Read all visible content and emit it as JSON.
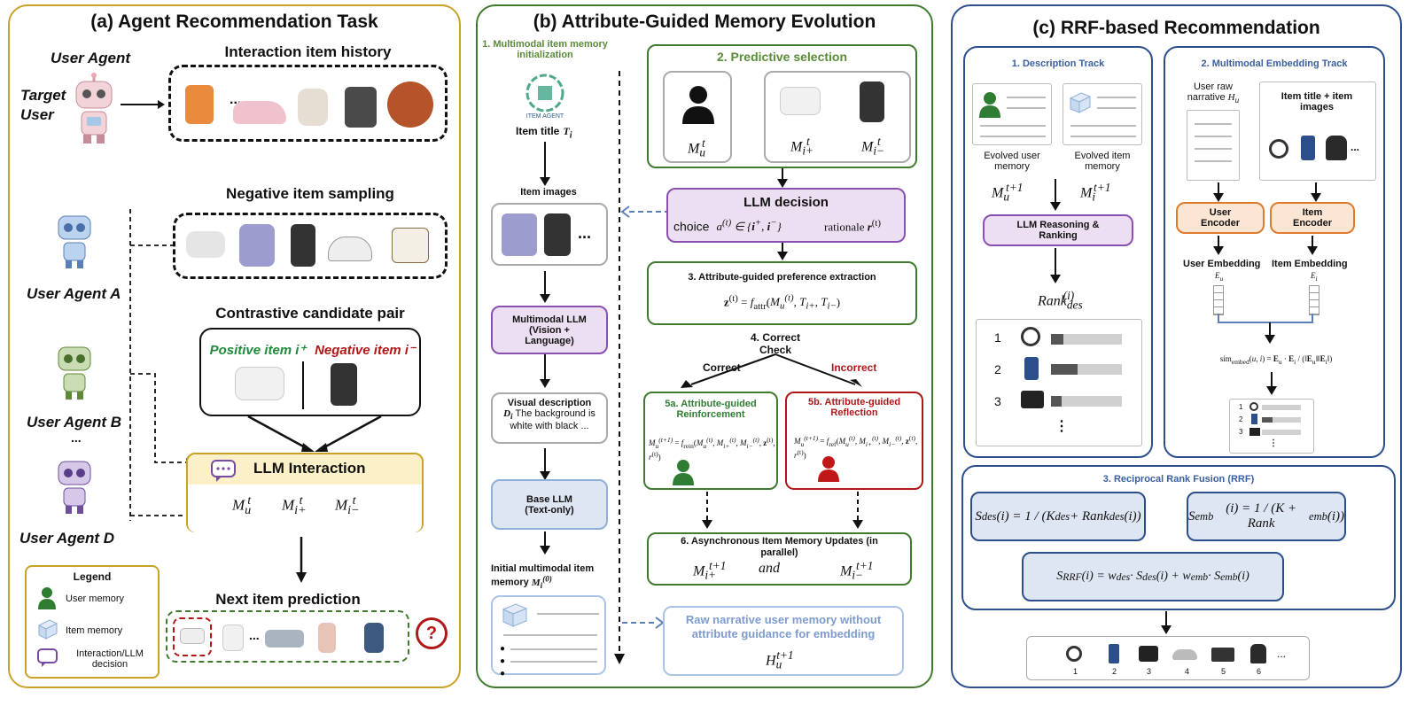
{
  "panel_a": {
    "title": "(a) Agent Recommendation Task",
    "user_agent": "User Agent",
    "target_user": "Target\nUser",
    "history_title": "Interaction item history",
    "ellipsis": "...",
    "neg_title": "Negative item sampling",
    "agent_a": "User Agent A",
    "agent_b": "User Agent B",
    "agent_dots": "...",
    "agent_d": "User Agent D",
    "pair_title": "Contrastive candidate pair",
    "positive": "Positive item i⁺",
    "negative": "Negative item i⁻",
    "llm_interaction": "LLM Interaction",
    "mu": "M",
    "next_title": "Next item prediction",
    "question": "?",
    "legend": {
      "title": "Legend",
      "user_memory": "User memory",
      "item_memory": "Item memory",
      "interaction": "Interaction/LLM decision"
    }
  },
  "panel_b": {
    "title": "(b) Attribute-Guided Memory Evolution",
    "init_title": "1. Multimodal item memory initialization",
    "item_agent": "ITEM AGENT",
    "item_title": "Item title",
    "item_images": "Item images",
    "mllm": "Multimodal LLM (Vision + Language)",
    "visual_desc_head": "Visual description",
    "visual_desc_body": "The background is white with black ...",
    "base_llm": "Base LLM (Text-only)",
    "initial_mem": "Initial multimodal item memory",
    "predictive": "2. Predictive selection",
    "llm_decision": "LLM decision",
    "choice": "choice",
    "rationale": "rationale",
    "extraction": "3. Attribute-guided preference extraction",
    "correct_check": "4. Correct Check",
    "correct": "Correct",
    "incorrect": "Incorrect",
    "reinforce": "5a. Attribute-guided Reinforcement",
    "reflect": "5b. Attribute-guided Reflection",
    "async": "6. Asynchronous Item Memory Updates (in parallel)",
    "and": "and",
    "raw_narrative": "Raw narrative user memory without attribute guidance for embedding"
  },
  "panel_c": {
    "title": "(c) RRF-based Recommendation",
    "desc_track": "1. Description Track",
    "evolved_user": "Evolved user memory",
    "evolved_item": "Evolved item memory",
    "llm_reasoning": "LLM Reasoning & Ranking",
    "rank_label": "Rank",
    "ranks": [
      "1",
      "2",
      "3",
      "⋮"
    ],
    "emb_track": "2. Multimodal Embedding Track",
    "user_raw": "User raw narrative",
    "item_title_images": "Item title + item images",
    "user_encoder": "User Encoder",
    "item_encoder": "Item Encoder",
    "user_embedding": "User Embedding",
    "item_embedding": "Item Embedding",
    "sim_label": "sim",
    "rrf_title": "3. Reciprocal Rank Fusion (RRF)",
    "final_labels": [
      "1",
      "2",
      "3",
      "4",
      "5",
      "6"
    ],
    "final_dots": "..."
  },
  "colors": {
    "panel_a_border": "#c9a227",
    "panel_b_border": "#3f7a2e",
    "panel_c_border": "#2c4f8c",
    "green_title": "#5a8a3a",
    "blue_title": "#3a5fa0",
    "purple_fill": "#ecdff2",
    "purple_border": "#8a4fb0",
    "blue_fill": "#dfe6f3",
    "orange_fill": "#fbe6d3",
    "orange_border": "#e07b2b",
    "yellow_fill": "#fbf0c8",
    "red": "#b01818",
    "green": "#1e8a3a",
    "raw_text": "#7d9bd0"
  }
}
